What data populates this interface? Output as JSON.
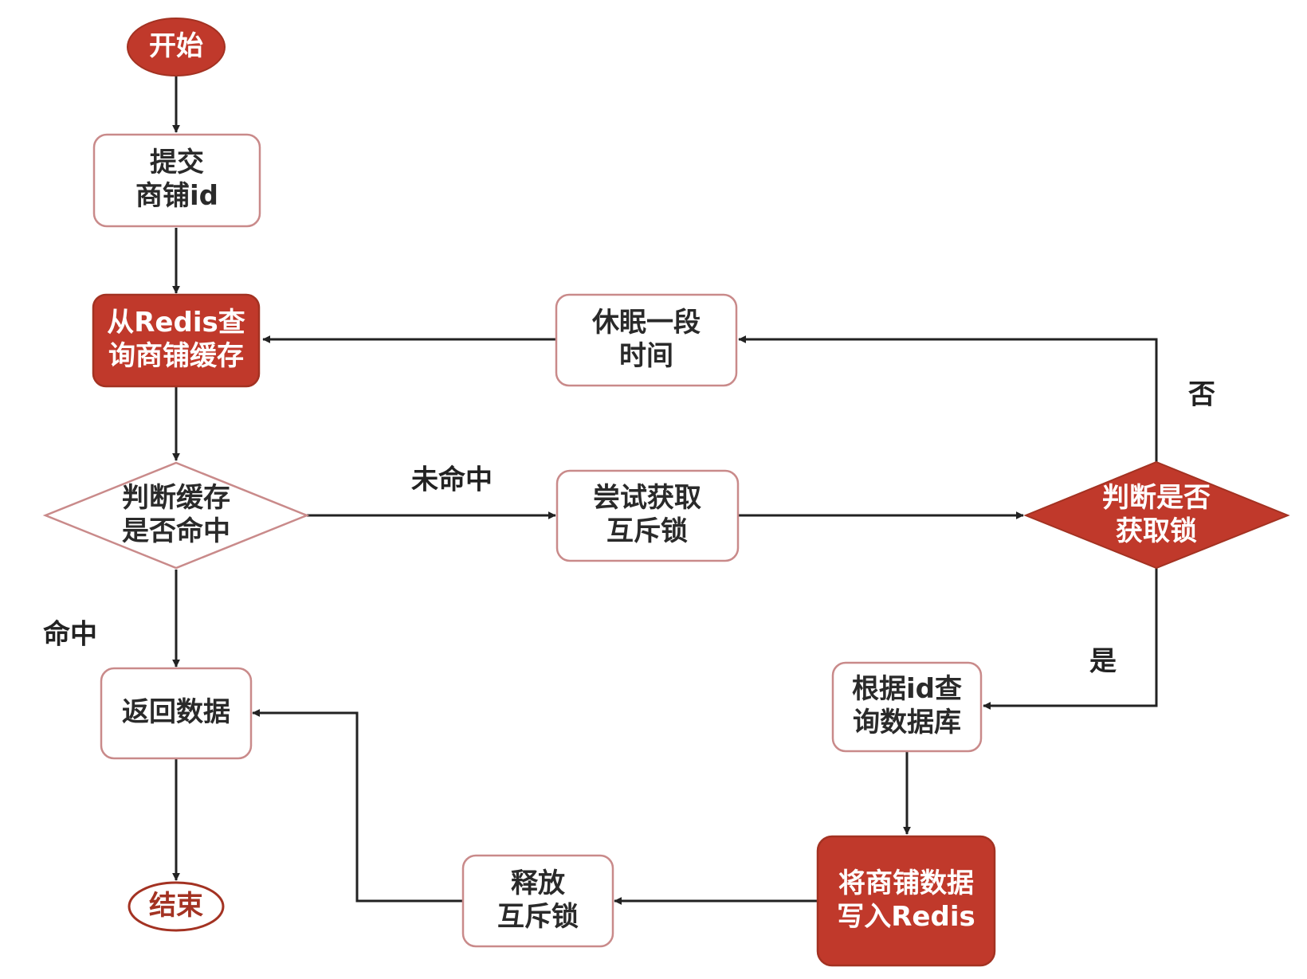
{
  "colors": {
    "accent": "#c0392b",
    "accent_border": "#a33222",
    "light_border": "#c98a8a",
    "text_dark": "#2a2a2a",
    "text_light": "#ffffff",
    "line": "#222222"
  },
  "nodes": {
    "start": {
      "lines": [
        "开始"
      ]
    },
    "submit": {
      "lines": [
        "提交",
        "商铺id"
      ]
    },
    "query_cache": {
      "lines": [
        "从Redis查",
        "询商铺缓存"
      ]
    },
    "check_hit": {
      "lines": [
        "判断缓存",
        "是否命中"
      ]
    },
    "return_data": {
      "lines": [
        "返回数据"
      ]
    },
    "end": {
      "lines": [
        "结束"
      ]
    },
    "sleep": {
      "lines": [
        "休眠一段",
        "时间"
      ]
    },
    "try_lock": {
      "lines": [
        "尝试获取",
        "互斥锁"
      ]
    },
    "check_lock": {
      "lines": [
        "判断是否",
        "获取锁"
      ]
    },
    "query_db": {
      "lines": [
        "根据id查",
        "询数据库"
      ]
    },
    "write_redis": {
      "lines": [
        "将商铺数据",
        "写入Redis"
      ]
    },
    "release_lock": {
      "lines": [
        "释放",
        "互斥锁"
      ]
    }
  },
  "edge_labels": {
    "miss": "未命中",
    "hit": "命中",
    "no": "否",
    "yes": "是"
  }
}
